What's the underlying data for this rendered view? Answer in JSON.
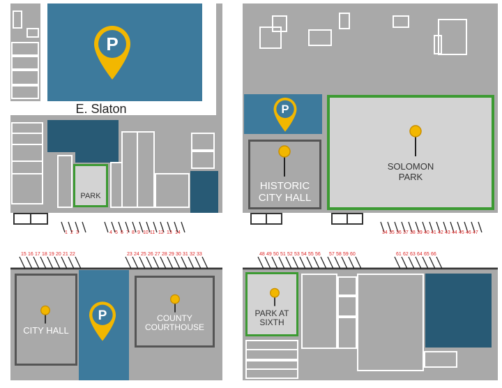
{
  "labels": {
    "street": "E. Slaton",
    "park": "PARK",
    "historic_city_hall": [
      "HISTORIC",
      "CITY HALL"
    ],
    "solomon_park": [
      "SOLOMON",
      "PARK"
    ],
    "city_hall": "CITY HALL",
    "county_courthouse": [
      "COUNTY",
      "COURTHOUSE"
    ],
    "park_at_sixth": [
      "PARK AT",
      "SIXTH"
    ]
  },
  "parking_numbers": {
    "q1": [
      "1",
      "2",
      "3",
      "4",
      "5",
      "6",
      "7",
      "8",
      "9",
      "10",
      "11",
      "12",
      "13",
      "14"
    ],
    "q2": [
      "34",
      "35",
      "36",
      "37",
      "38",
      "39",
      "40",
      "41",
      "42",
      "43",
      "44",
      "45",
      "46",
      "47"
    ],
    "q3a": [
      "15",
      "16",
      "17",
      "18",
      "19",
      "20",
      "21",
      "22"
    ],
    "q3b": [
      "23",
      "24",
      "25",
      "26",
      "27",
      "28",
      "29",
      "30",
      "31",
      "32",
      "33"
    ],
    "q4a": [
      "48",
      "49",
      "50",
      "51",
      "52",
      "53",
      "54",
      "55",
      "56"
    ],
    "q4b": [
      "57",
      "58",
      "59",
      "60"
    ],
    "q4c": [
      "61",
      "62",
      "63",
      "64",
      "65",
      "66"
    ]
  },
  "colors": {
    "block": "#a9a9a9",
    "parking_blue": "#3d7a9c",
    "dark_blue": "#285a75",
    "park_green": "#3c9a32",
    "marker_gold": "#f2b700",
    "spot_number_red": "#d22222"
  }
}
